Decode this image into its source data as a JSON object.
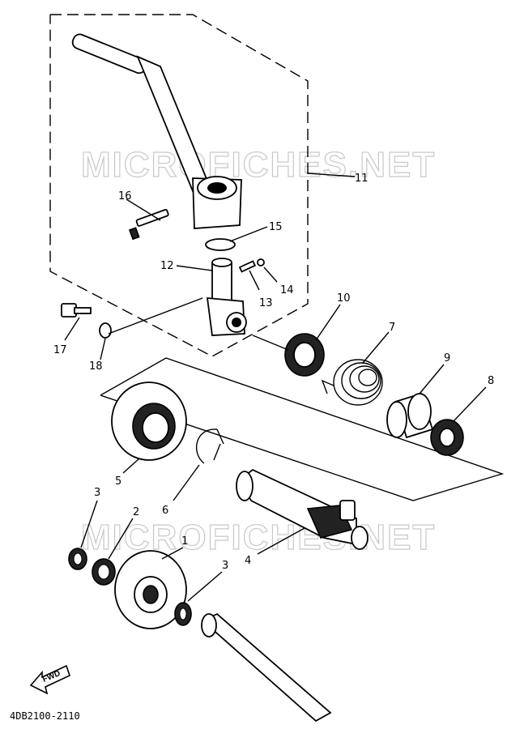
{
  "watermark": "MICROFICHES.NET",
  "diagram_code": "4DB2100-2110",
  "fwd_label": "FWD",
  "callouts": {
    "p1": "1",
    "p2": "2",
    "p3a": "3",
    "p3b": "3",
    "p4": "4",
    "p5": "5",
    "p6": "6",
    "p7": "7",
    "p8": "8",
    "p9": "9",
    "p10": "10",
    "p11": "11",
    "p12": "12",
    "p13": "13",
    "p14": "14",
    "p15": "15",
    "p16": "16",
    "p17": "17",
    "p18": "18"
  }
}
